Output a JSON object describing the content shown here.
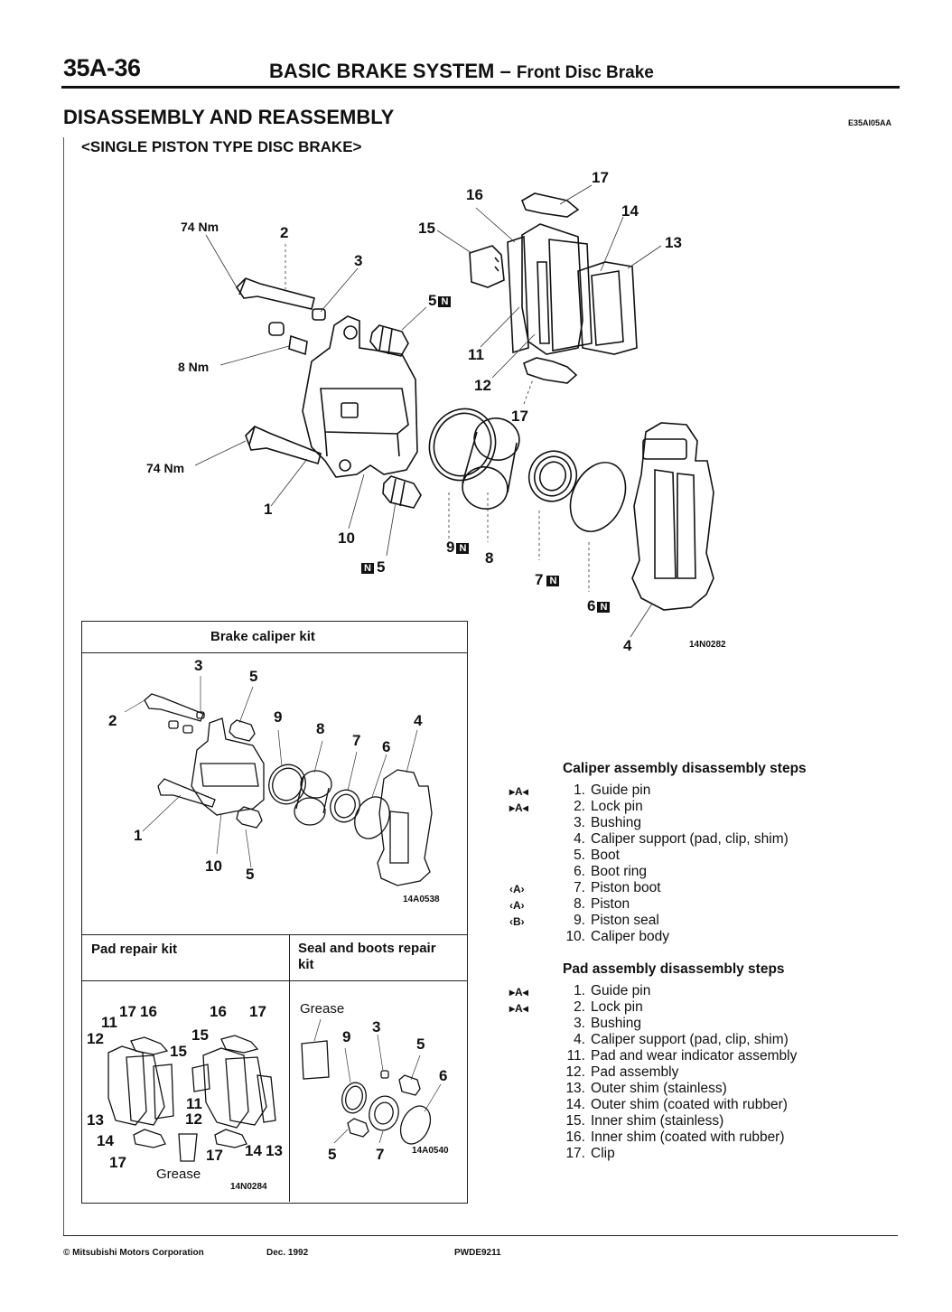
{
  "header": {
    "page_number": "35A-36",
    "title": "BASIC BRAKE SYSTEM",
    "separator": " – ",
    "subtitle": "Front Disc Brake"
  },
  "section": {
    "title": "DISASSEMBLY AND REASSEMBLY",
    "code": "E35AI05AA",
    "subtitle": "<SINGLE PISTON TYPE DISC BRAKE>"
  },
  "main_figure": {
    "code": "14N0282",
    "callouts": {
      "c1": "1",
      "c2": "2",
      "c3": "3",
      "c4": "4",
      "c5a": "5",
      "c5b": "5",
      "c6": "6",
      "c7": "7",
      "c8": "8",
      "c9": "9",
      "c10": "10",
      "c11": "11",
      "c12": "12",
      "c13": "13",
      "c14": "14",
      "c15": "15",
      "c16": "16",
      "c17a": "17",
      "c17b": "17"
    },
    "torques": {
      "t1": "74 Nm",
      "t2": "8 Nm",
      "t3": "74 Nm"
    },
    "new_part_badge": "N"
  },
  "kits": {
    "brake_caliper_kit": {
      "title": "Brake caliper kit",
      "code": "14A0538",
      "callouts": [
        "1",
        "2",
        "3",
        "4",
        "5",
        "5",
        "6",
        "7",
        "8",
        "9",
        "10"
      ]
    },
    "pad_repair_kit": {
      "title": "Pad repair kit",
      "code": "14N0284",
      "grease_label": "Grease",
      "callouts": [
        "11",
        "17",
        "16",
        "16",
        "17",
        "12",
        "15",
        "15",
        "11",
        "13",
        "12",
        "14",
        "17",
        "17",
        "14",
        "13"
      ]
    },
    "seal_boots_kit": {
      "title_line1": "Seal and boots repair",
      "title_line2": "kit",
      "code": "14A0540",
      "grease_label": "Grease",
      "callouts": [
        "9",
        "3",
        "5",
        "6",
        "5",
        "7"
      ]
    }
  },
  "caliper_steps": {
    "title": "Caliper assembly disassembly steps",
    "items": [
      {
        "num": "1.",
        "text": "Guide pin",
        "mark": "▸A◂"
      },
      {
        "num": "2.",
        "text": "Lock pin",
        "mark": "▸A◂"
      },
      {
        "num": "3.",
        "text": "Bushing",
        "mark": ""
      },
      {
        "num": "4.",
        "text": "Caliper support (pad, clip, shim)",
        "mark": ""
      },
      {
        "num": "5.",
        "text": "Boot",
        "mark": ""
      },
      {
        "num": "6.",
        "text": "Boot ring",
        "mark": ""
      },
      {
        "num": "7.",
        "text": "Piston boot",
        "mark": "‹A›"
      },
      {
        "num": "8.",
        "text": "Piston",
        "mark": "‹A›"
      },
      {
        "num": "9.",
        "text": "Piston seal",
        "mark": "‹B›"
      },
      {
        "num": "10.",
        "text": "Caliper body",
        "mark": ""
      }
    ]
  },
  "pad_steps": {
    "title": "Pad assembly disassembly steps",
    "items": [
      {
        "num": "1.",
        "text": "Guide pin",
        "mark": "▸A◂"
      },
      {
        "num": "2.",
        "text": "Lock pin",
        "mark": "▸A◂"
      },
      {
        "num": "3.",
        "text": "Bushing",
        "mark": ""
      },
      {
        "num": "4.",
        "text": "Caliper support (pad, clip, shim)",
        "mark": ""
      },
      {
        "num": "11.",
        "text": "Pad and wear indicator assembly",
        "mark": ""
      },
      {
        "num": "12.",
        "text": "Pad assembly",
        "mark": ""
      },
      {
        "num": "13.",
        "text": "Outer shim (stainless)",
        "mark": ""
      },
      {
        "num": "14.",
        "text": "Outer shim (coated with rubber)",
        "mark": ""
      },
      {
        "num": "15.",
        "text": "Inner shim (stainless)",
        "mark": ""
      },
      {
        "num": "16.",
        "text": "Inner shim (coated with rubber)",
        "mark": ""
      },
      {
        "num": "17.",
        "text": "Clip",
        "mark": ""
      }
    ]
  },
  "footer": {
    "copyright": "© Mitsubishi Motors Corporation",
    "date": "Dec. 1992",
    "code": "PWDE9211"
  }
}
